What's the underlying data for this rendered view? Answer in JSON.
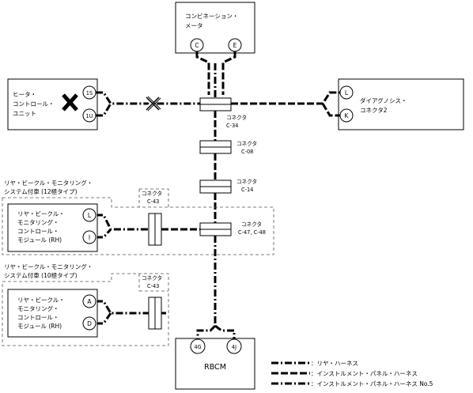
{
  "components": {
    "combination_meter": [
      "コンビネーション・",
      "メータ"
    ],
    "heater_control_unit": [
      "ヒータ・",
      "コントロール・",
      "ユニット"
    ],
    "diagnosis_connector": [
      "ダイアグノシス・",
      "コネクタ2"
    ],
    "rbcm": "RBCM",
    "rvm_module_rh_12": [
      "リヤ・ビークル・",
      "モニタリング・",
      "コントロール・",
      "モジュール (RH)"
    ],
    "rvm_module_rh_10": [
      "リヤ・ビークル・",
      "モニタリング・",
      "コントロール・",
      "モジュール (RH)"
    ]
  },
  "option_groups": {
    "rvm_12pin": [
      "リヤ・ビークル・モニタリング・",
      "システム付車 (12極タイプ)"
    ],
    "rvm_10pin": [
      "リヤ・ビークル・モニタリング・",
      "システム付車 (10極タイプ)"
    ]
  },
  "pins": {
    "meter_c": "C",
    "meter_e": "E",
    "heater_1s": "1S",
    "heater_1u": "1U",
    "diag_l": "L",
    "diag_k": "K",
    "rvm12_l": "L",
    "rvm12_i": "I",
    "rvm10_a": "A",
    "rvm10_d": "D",
    "rbcm_4g": "4G",
    "rbcm_4j": "4J"
  },
  "connectors": {
    "c34": [
      "コネクタ",
      "C-34"
    ],
    "c08": [
      "コネクタ",
      "C-08"
    ],
    "c14": [
      "コネクタ",
      "C-14"
    ],
    "c47_48": [
      "コネクタ",
      "C-47, C-48"
    ],
    "c43_12": [
      "コネクタ",
      "C-43"
    ],
    "c43_10": [
      "コネクタ",
      "C-43"
    ]
  },
  "legend": [
    {
      "style": "rear",
      "label": "：リヤ・ハーネス"
    },
    {
      "style": "instrument",
      "label": "：インストルメント・パネル・ハーネス"
    },
    {
      "style": "instrument5",
      "label": "：インストルメント・パネル・ハーネス No.5"
    }
  ],
  "fault_marks": {
    "heater_unit": "fault",
    "line_break": "open"
  },
  "colors": {
    "line": "#000000",
    "group_border": "#555555"
  }
}
